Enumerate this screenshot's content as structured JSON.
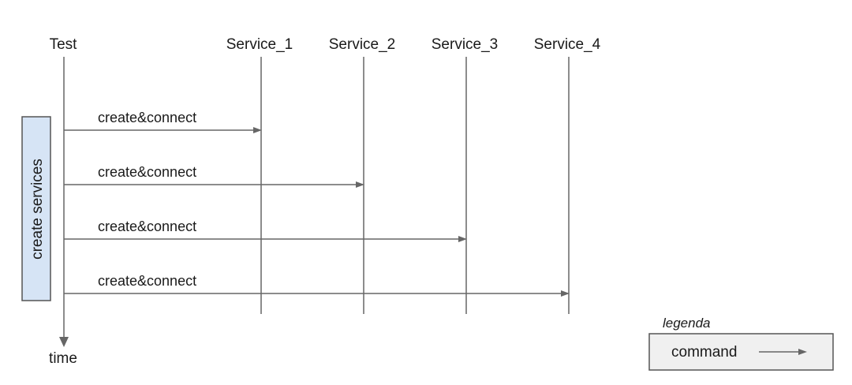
{
  "diagram": {
    "actor_label": "Test",
    "time_label": "time",
    "group_label": "create services",
    "participants": [
      {
        "label": "Service_1"
      },
      {
        "label": "Service_2"
      },
      {
        "label": "Service_3"
      },
      {
        "label": "Service_4"
      }
    ],
    "messages": [
      {
        "label": "create&connect",
        "target": "Service_1"
      },
      {
        "label": "create&connect",
        "target": "Service_2"
      },
      {
        "label": "create&connect",
        "target": "Service_3"
      },
      {
        "label": "create&connect",
        "target": "Service_4"
      }
    ]
  },
  "legend": {
    "title": "legenda",
    "item_label": "command"
  },
  "colors": {
    "group_fill": "#d6e4f5",
    "group_stroke": "#555555",
    "line": "#666666",
    "legend_fill": "#f0f0f0",
    "legend_stroke": "#555555"
  }
}
